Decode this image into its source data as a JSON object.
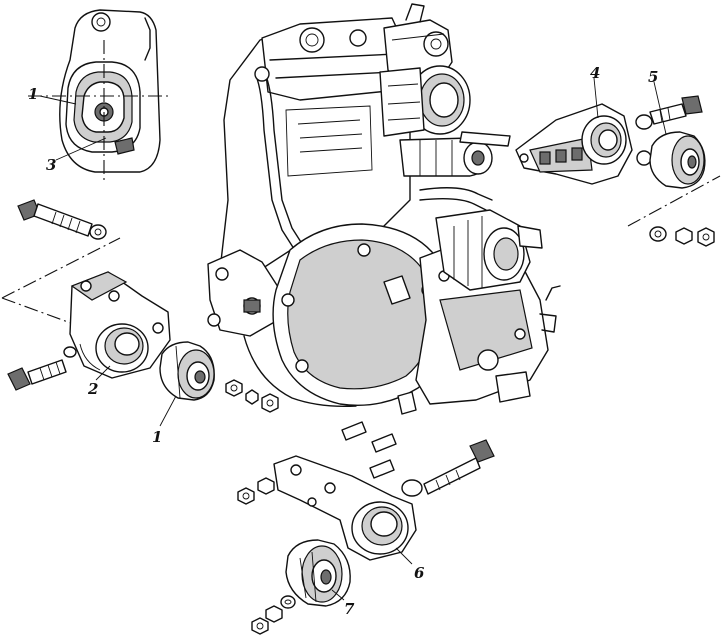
{
  "callouts": {
    "c1_inset": "1",
    "c3_inset": "3",
    "c2": "2",
    "c1_front": "1",
    "c4": "4",
    "c5": "5",
    "c6": "6",
    "c7": "7"
  }
}
